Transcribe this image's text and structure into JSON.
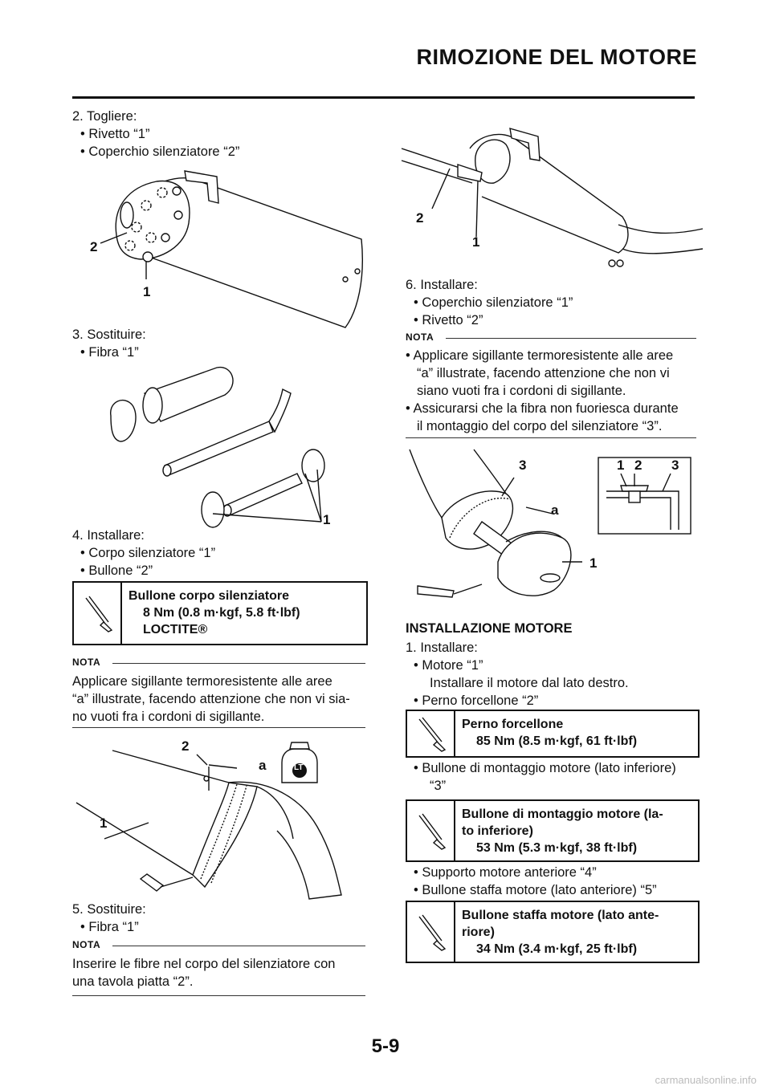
{
  "header": {
    "title": "RIMOZIONE DEL MOTORE"
  },
  "left": {
    "step2": {
      "title": "2.  Togliere:",
      "items": [
        "• Rivetto “1”",
        "• Coperchio silenziatore “2”"
      ]
    },
    "fig1": {
      "callouts": [
        "2",
        "1"
      ]
    },
    "step3": {
      "title": "3.  Sostituire:",
      "items": [
        "• Fibra “1”"
      ]
    },
    "fig2": {
      "callouts": [
        "1"
      ]
    },
    "step4": {
      "title": "4.  Installare:",
      "items": [
        "• Corpo silenziatore “1”",
        "• Bullone “2”"
      ]
    },
    "spec1": {
      "name": "Bullone corpo silenziatore",
      "value": "8 Nm (0.8 m·kgf, 5.8 ft·lbf)",
      "extra": "LOCTITE®"
    },
    "nota1": {
      "label": "NOTA",
      "lines": [
        "Applicare sigillante termoresistente alle aree",
        "“a” illustrate, facendo attenzione che non vi sia-",
        "no vuoti fra i cordoni di sigillante."
      ]
    },
    "fig3": {
      "callouts": [
        "2",
        "a",
        "1"
      ],
      "badge": "LT"
    },
    "step5": {
      "title": "5.  Sostituire:",
      "items": [
        "• Fibra “1”"
      ]
    },
    "nota2": {
      "label": "NOTA",
      "lines": [
        "Inserire le fibre nel corpo del silenziatore con",
        "una tavola piatta “2”."
      ]
    }
  },
  "right": {
    "fig4": {
      "callouts": [
        "2",
        "1"
      ]
    },
    "step6": {
      "title": "6.  Installare:",
      "items": [
        "• Coperchio silenziatore “1”",
        "• Rivetto “2”"
      ]
    },
    "nota3": {
      "label": "NOTA",
      "lines": [
        "• Applicare sigillante termoresistente alle aree",
        "“a” illustrate, facendo attenzione che non vi",
        "siano vuoti fra i cordoni di sigillante.",
        "• Assicurarsi che la fibra non fuoriesca durante",
        "il montaggio del corpo del silenziatore “3”."
      ]
    },
    "fig5": {
      "callouts": [
        "3",
        "a",
        "1",
        "1",
        "2",
        "3"
      ]
    },
    "section": "INSTALLAZIONE MOTORE",
    "step1": {
      "title": "1.  Installare:",
      "items": [
        "• Motore “1”",
        "Installare il motore dal lato destro.",
        "• Perno forcellone “2”"
      ]
    },
    "spec2": {
      "name": "Perno forcellone",
      "value": "85 Nm (8.5 m·kgf, 61 ft·lbf)"
    },
    "item_b": [
      "• Bullone di montaggio motore (lato inferiore)",
      "“3”"
    ],
    "spec3": {
      "name1": "Bullone di montaggio motore (la-",
      "name2": "to inferiore)",
      "value": "53 Nm (5.3 m·kgf, 38 ft·lbf)"
    },
    "item_c": [
      "• Supporto motore anteriore “4”",
      "• Bullone staffa motore (lato anteriore) “5”"
    ],
    "spec4": {
      "name1": "Bullone staffa motore (lato ante-",
      "name2": "riore)",
      "value": "34 Nm (3.4 m·kgf, 25 ft·lbf)"
    }
  },
  "footer": {
    "page": "5-9",
    "watermark": "carmanualsonline.info"
  }
}
